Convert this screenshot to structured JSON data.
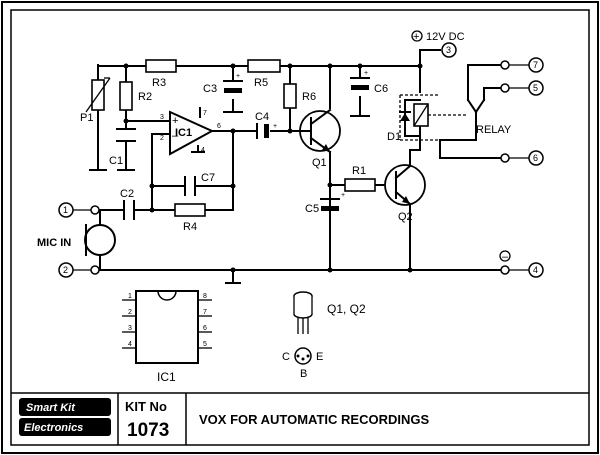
{
  "labels": {
    "p1": "P1",
    "r2": "R2",
    "r3": "R3",
    "c1": "C1",
    "ic1": "IC1",
    "r5": "R5",
    "c3": "C3",
    "r6": "R6",
    "c6": "C6",
    "c4": "C4",
    "q1": "Q1",
    "c7": "C7",
    "c2": "C2",
    "r4": "R4",
    "r1": "R1",
    "c5": "C5",
    "q2": "Q2",
    "d1": "D1",
    "relay": "RELAY",
    "mic_in": "MIC IN",
    "supply": "12V DC",
    "ic1_pkg": "IC1",
    "transistors": "Q1, Q2",
    "pin_c": "C",
    "pin_e": "E",
    "pin_b": "B",
    "plus": "+",
    "minus": "–"
  },
  "ic_pins": {
    "p2": "2",
    "p3": "3",
    "p4": "4",
    "p6": "6",
    "p7": "7"
  },
  "package_pins": {
    "l1": "1",
    "l2": "2",
    "l3": "3",
    "l4": "4",
    "r8": "8",
    "r7": "7",
    "r6": "6",
    "r5": "5"
  },
  "terminals": [
    "1",
    "2",
    "3",
    "4",
    "5",
    "6",
    "7"
  ],
  "footer": {
    "brand_line1": "Smart Kit",
    "brand_line2": "Electronics",
    "kit_label": "KIT No",
    "kit_number": "1073",
    "title": "VOX FOR AUTOMATIC RECORDINGS"
  }
}
